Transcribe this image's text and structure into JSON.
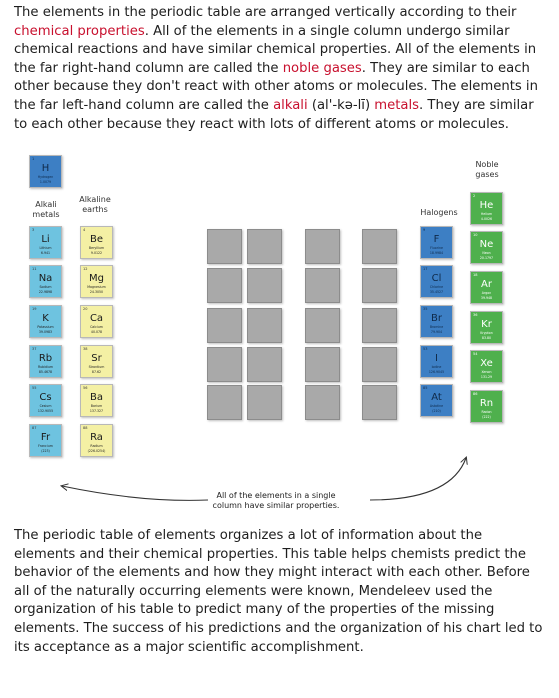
{
  "intro": {
    "s1": "The elements in the periodic table are arranged vertically according to their ",
    "link1": "chemical properties",
    "s2": ". All of the elements in a single column undergo similar chemical reactions and have similar chemical properties. All of the elements in the far right-hand column are called the ",
    "link2": "noble gases",
    "s3": ". They are similar to each other because they don't react with other atoms or molecules. The elements in the far left-hand column are called the ",
    "link3": "alkali",
    "s4": " (al'-kə-lī) ",
    "link4": "metals",
    "s5": ". They are similar to each other because they react with lots of different atoms or molecules."
  },
  "diagram": {
    "headers": {
      "alkali": "Alkali metals",
      "alkaline": "Alkaline earths",
      "halogens": "Halogens",
      "noble": "Noble gases"
    },
    "hydrogen": {
      "num": "1",
      "sym": "H",
      "name": "Hydrogen",
      "mass": "1.0079"
    },
    "alkali": [
      {
        "num": "3",
        "sym": "Li",
        "name": "Lithium",
        "mass": "6.941"
      },
      {
        "num": "11",
        "sym": "Na",
        "name": "Sodium",
        "mass": "22.9898"
      },
      {
        "num": "19",
        "sym": "K",
        "name": "Potassium",
        "mass": "39.0983"
      },
      {
        "num": "37",
        "sym": "Rb",
        "name": "Rubidium",
        "mass": "85.4678"
      },
      {
        "num": "55",
        "sym": "Cs",
        "name": "Cesium",
        "mass": "132.9055"
      },
      {
        "num": "87",
        "sym": "Fr",
        "name": "Francium",
        "mass": "(223)"
      }
    ],
    "alkaline": [
      {
        "num": "4",
        "sym": "Be",
        "name": "Beryllium",
        "mass": "9.0122"
      },
      {
        "num": "12",
        "sym": "Mg",
        "name": "Magnesium",
        "mass": "24.3050"
      },
      {
        "num": "20",
        "sym": "Ca",
        "name": "Calcium",
        "mass": "40.078"
      },
      {
        "num": "38",
        "sym": "Sr",
        "name": "Strontium",
        "mass": "87.62"
      },
      {
        "num": "56",
        "sym": "Ba",
        "name": "Barium",
        "mass": "137.327"
      },
      {
        "num": "88",
        "sym": "Ra",
        "name": "Radium",
        "mass": "(226.0254)"
      }
    ],
    "halogens": [
      {
        "num": "9",
        "sym": "F",
        "name": "Fluorine",
        "mass": "18.9984"
      },
      {
        "num": "17",
        "sym": "Cl",
        "name": "Chlorine",
        "mass": "35.4527"
      },
      {
        "num": "35",
        "sym": "Br",
        "name": "Bromine",
        "mass": "79.904"
      },
      {
        "num": "53",
        "sym": "I",
        "name": "Iodine",
        "mass": "126.9045"
      },
      {
        "num": "85",
        "sym": "At",
        "name": "Astatine",
        "mass": "(210)"
      }
    ],
    "noble": [
      {
        "num": "2",
        "sym": "He",
        "name": "Helium",
        "mass": "4.0026"
      },
      {
        "num": "10",
        "sym": "Ne",
        "name": "Neon",
        "mass": "20.1797"
      },
      {
        "num": "18",
        "sym": "Ar",
        "name": "Argon",
        "mass": "39.948"
      },
      {
        "num": "36",
        "sym": "Kr",
        "name": "Krypton",
        "mass": "83.80"
      },
      {
        "num": "54",
        "sym": "Xe",
        "name": "Xenon",
        "mass": "131.29"
      },
      {
        "num": "86",
        "sym": "Rn",
        "name": "Radon",
        "mass": "(222)"
      }
    ],
    "caption": "All of the elements in a single column have similar properties.",
    "colors": {
      "hydrogen": "#3d7fc4",
      "alkali": "#6ec3e0",
      "alkaline": "#f4f0a4",
      "halogens": "#3d7fc4",
      "noble": "#4fb04d",
      "placeholder": "#a9a9a9",
      "highlight_text": "#c8102e"
    }
  },
  "summary": "The periodic table of elements organizes a lot of information about the elements and their chemical properties. This table helps chemists predict the behavior of the elements and how they might interact with each other. Before all of the naturally occurring elements were known, Mendeleev used the organization of his table to predict many of the properties of the missing elements. The success of his predictions and the organization of his chart led to its acceptance as a major scientific accomplishment."
}
